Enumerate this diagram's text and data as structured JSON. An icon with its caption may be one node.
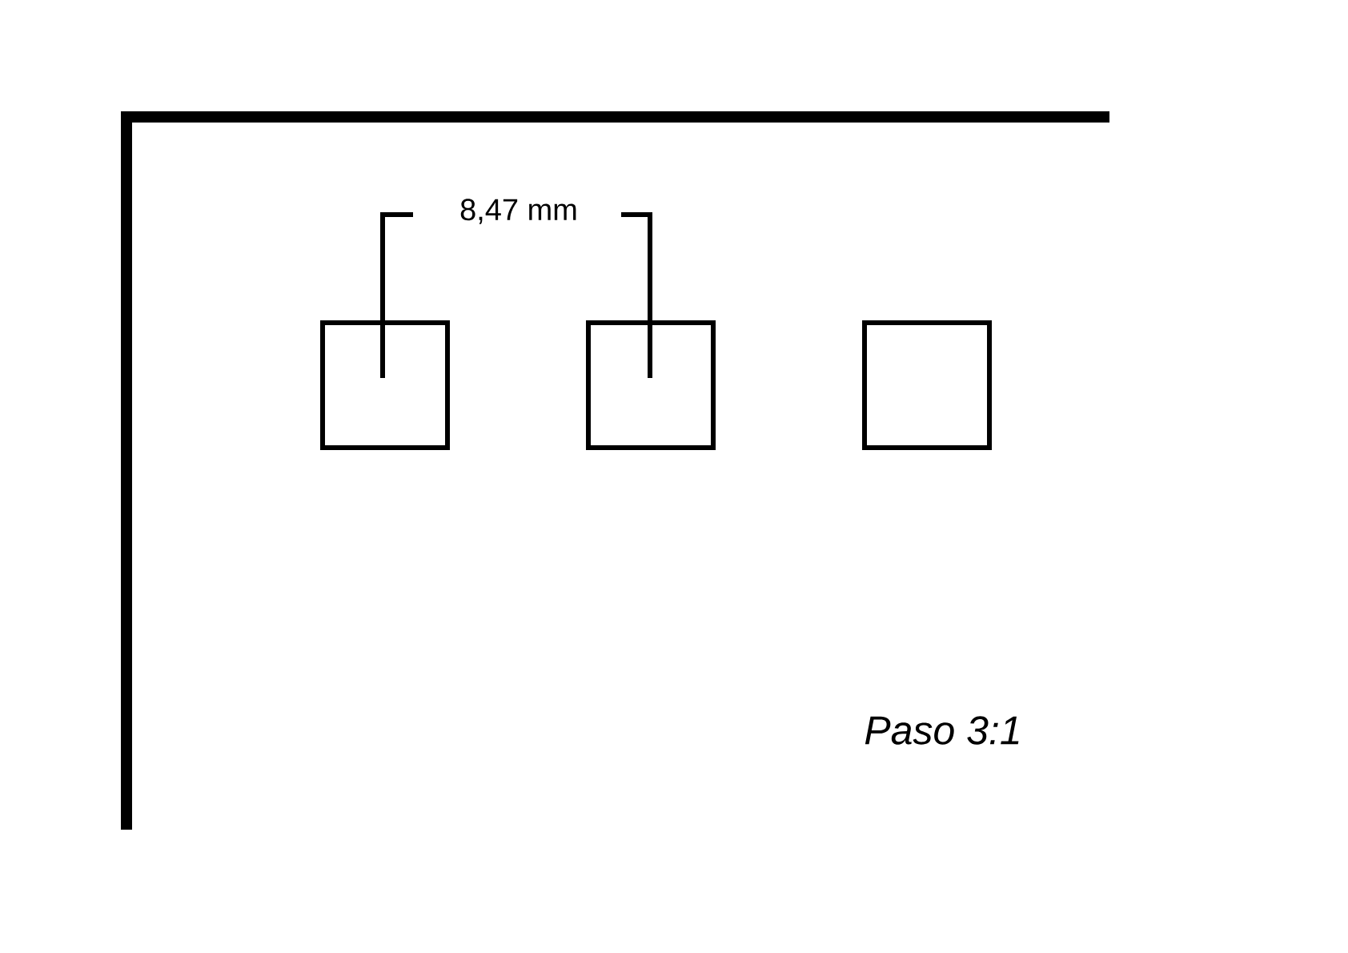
{
  "diagram": {
    "nodes": [
      {
        "text": [],
        "shape": "box"
      },
      {
        "text": [],
        "shape": "box"
      },
      {
        "text": [],
        "shape": "box"
      }
    ],
    "labels": [
      "8,47 mm",
      "*Paso 3:1*"
    ]
  }
}
